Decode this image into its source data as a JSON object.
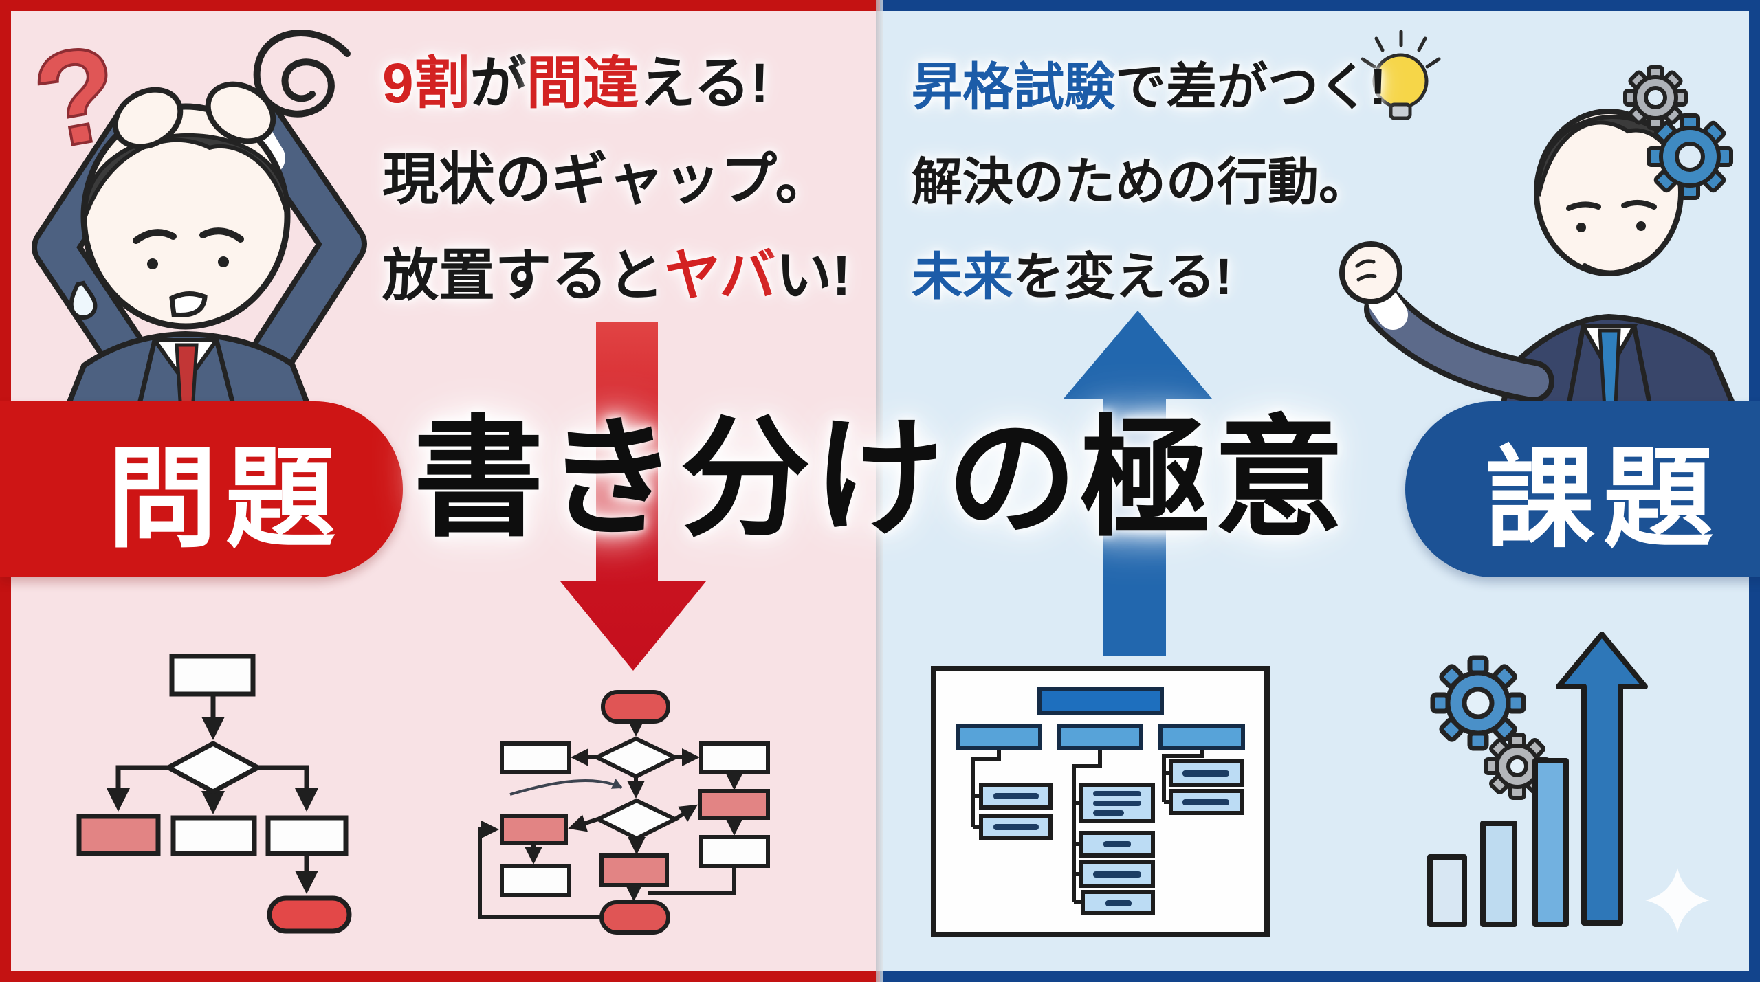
{
  "center": {
    "title": "書き分けの極意"
  },
  "left": {
    "label": "問題",
    "l1s1": "9割",
    "l1s2": "が",
    "l1s3": "間違",
    "l1s4": "える!",
    "l2s1": "現状のギャップ。",
    "l3s1": "放置すると",
    "l3s2": "ヤバ",
    "l3s3": "い!"
  },
  "right": {
    "label": "課題",
    "l1s1": "昇格試験",
    "l1s2": "で差がつく!",
    "l2s1": "解決のための行動。",
    "l3s1": "未来",
    "l3s2": "を変える!"
  },
  "decor": {
    "question_mark": "?"
  },
  "icons": {
    "question_mark": "red ? glyph",
    "dizzy_swirl": "black spiral scribble",
    "lightbulb": "yellow bulb with rays",
    "gears": "blue and gray cog wheels",
    "sparkle": "white four-point star",
    "red_down_arrow": "thick red arrow pointing down",
    "blue_up_arrow": "thick blue arrow pointing up"
  },
  "colors": {
    "left_bg": "#f8e2e5",
    "right_bg": "#dcebf6",
    "left_frame": "#c41212",
    "right_frame": "#12448c",
    "red_accent": "#d32222",
    "blue_accent": "#1c5ca8",
    "left_pill": "#ce1515",
    "right_pill": "#1c5295",
    "text_black": "#191919"
  }
}
